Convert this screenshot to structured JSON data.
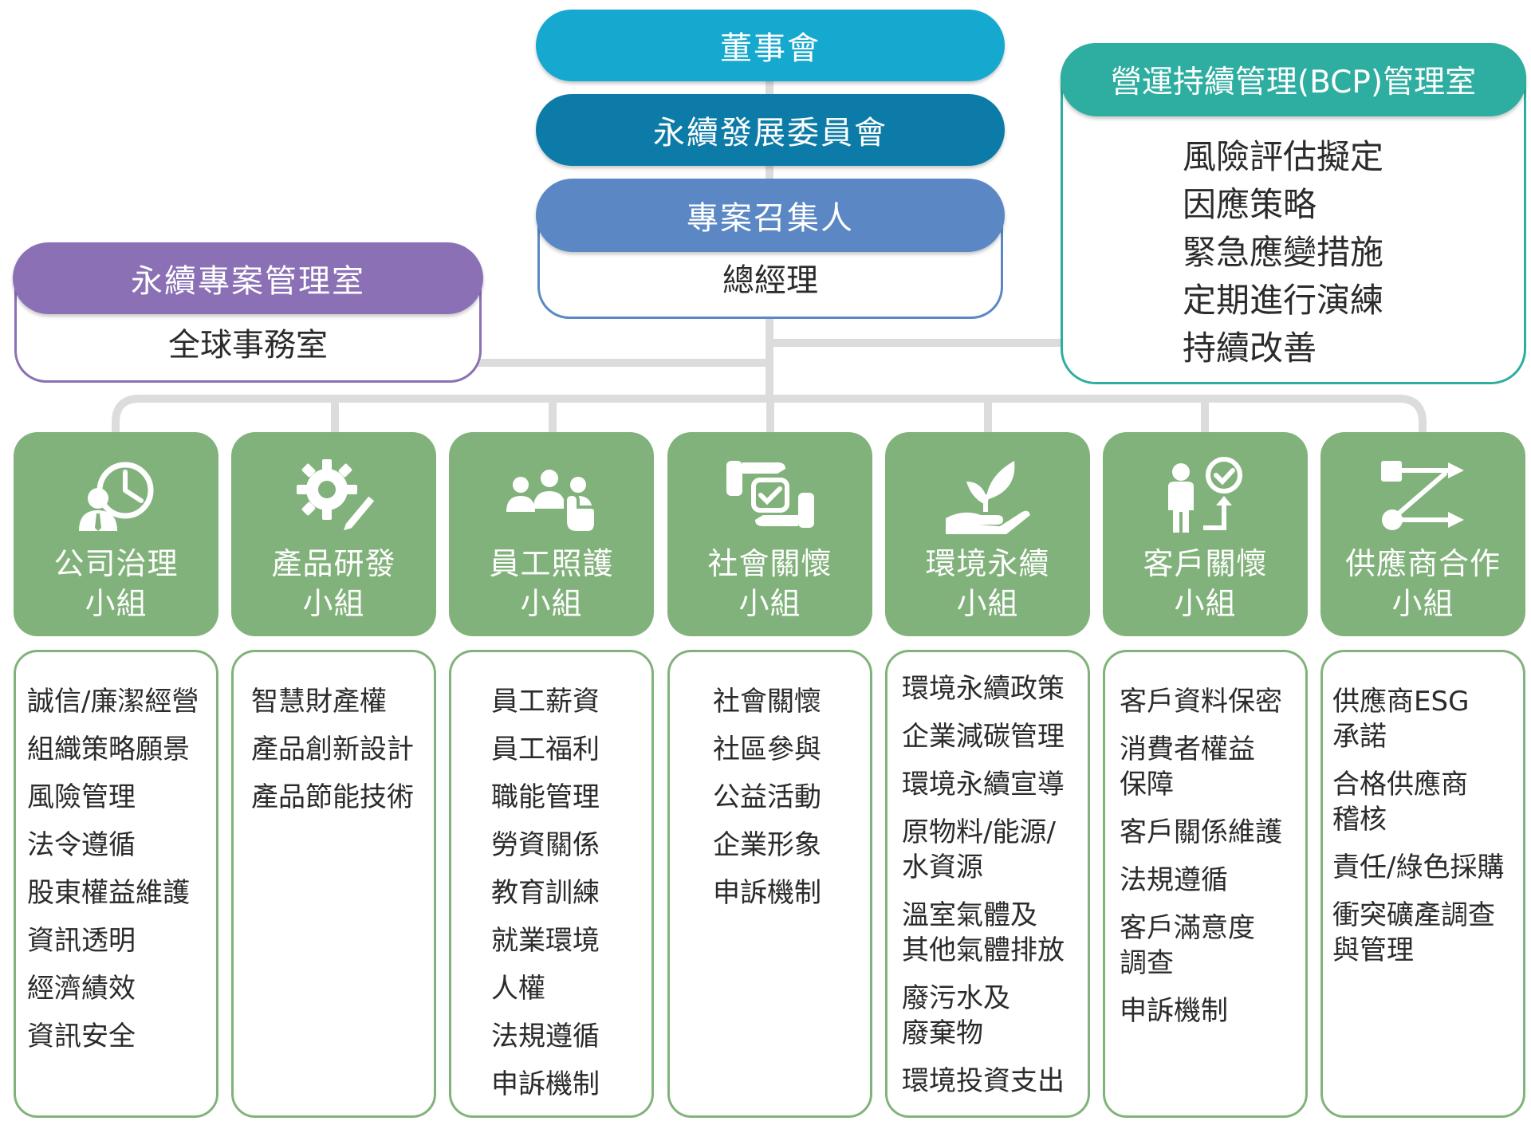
{
  "colors": {
    "board": "#16a9cf",
    "committee": "#0d7ba7",
    "convener": "#5b88c4",
    "sustain_office": "#8b70b5",
    "bcp": "#2eaea0",
    "team": "#82b27b",
    "connector": "#dcdcdc"
  },
  "board": {
    "label": "董事會"
  },
  "committee": {
    "label": "永續發展委員會"
  },
  "convener": {
    "label": "專案召集人",
    "sub": "總經理"
  },
  "sustain_office": {
    "label": "永續專案管理室",
    "sub": "全球事務室"
  },
  "bcp": {
    "label": "營運持續管理(BCP)管理室",
    "items": [
      "風險評估擬定",
      "因應策略",
      "緊急應變措施",
      "定期進行演練",
      "持續改善"
    ]
  },
  "teams": [
    {
      "icon": "governance-icon",
      "title": [
        "公司治理",
        "小組"
      ],
      "items": [
        "誠信/廉潔經營",
        "組織策略願景",
        "風險管理",
        "法令遵循",
        "股東權益維護",
        "資訊透明",
        "經濟績效",
        "資訊安全"
      ]
    },
    {
      "icon": "gear-pencil-icon",
      "title": [
        "產品研發",
        "小組"
      ],
      "items": [
        "智慧財產權",
        "產品創新設計",
        "產品節能技術"
      ]
    },
    {
      "icon": "people-pointer-icon",
      "title": [
        "員工照護",
        "小組"
      ],
      "items": [
        "員工薪資",
        "員工福利",
        "職能管理",
        "勞資關係",
        "教育訓練",
        "就業環境",
        "人權",
        "法規遵循",
        "申訴機制"
      ]
    },
    {
      "icon": "hands-check-icon",
      "title": [
        "社會關懷",
        "小組"
      ],
      "items": [
        "社會關懷",
        "社區參與",
        "公益活動",
        "企業形象",
        "申訴機制"
      ]
    },
    {
      "icon": "plant-hand-icon",
      "title": [
        "環境永續",
        "小組"
      ],
      "items": [
        "環境永續政策",
        "企業減碳管理",
        "環境永續宣導",
        "原物料/能源/\n水資源",
        "溫室氣體及\n其他氣體排放",
        "廢污水及\n廢棄物",
        "環境投資支出"
      ]
    },
    {
      "icon": "person-check-icon",
      "title": [
        "客戶關懷",
        "小組"
      ],
      "items": [
        "客戶資料保密",
        "消費者權益\n保障",
        "客戶關係維護",
        "法規遵循",
        "客戶滿意度\n調查",
        "申訴機制"
      ]
    },
    {
      "icon": "supply-flow-icon",
      "title": [
        "供應商合作",
        "小組"
      ],
      "items": [
        "供應商ESG\n承諾",
        "合格供應商\n稽核",
        "責任/綠色採購",
        "衝突礦產調查\n與管理"
      ]
    }
  ]
}
